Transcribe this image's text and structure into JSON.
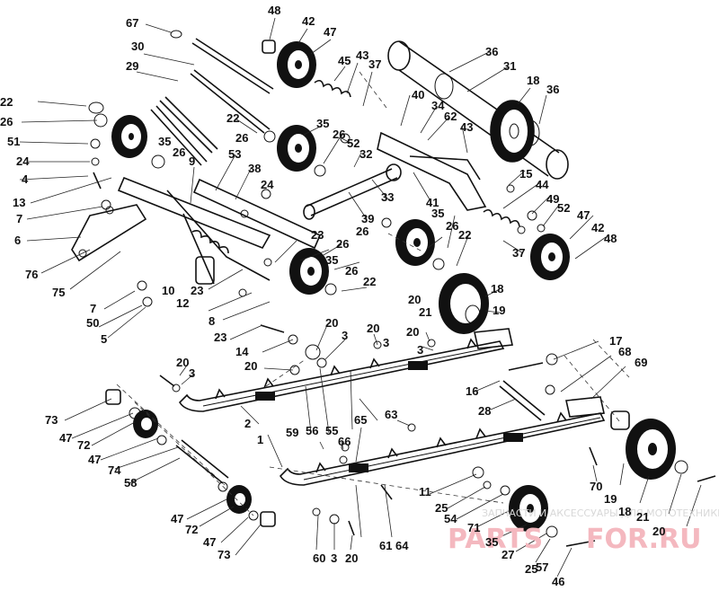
{
  "diagram": {
    "callouts": [
      "67",
      "48",
      "42",
      "47",
      "45",
      "43",
      "37",
      "36",
      "31",
      "18",
      "30",
      "29",
      "22",
      "26",
      "51",
      "35",
      "24",
      "4",
      "13",
      "7",
      "6",
      "76",
      "75",
      "50",
      "5",
      "53",
      "9",
      "38",
      "52",
      "32",
      "40",
      "34",
      "62",
      "15",
      "44",
      "49",
      "41",
      "33",
      "39",
      "23",
      "12",
      "10",
      "8",
      "14",
      "20",
      "3",
      "2",
      "56",
      "55",
      "65",
      "63",
      "17",
      "68",
      "69",
      "16",
      "28",
      "73",
      "72",
      "74",
      "58",
      "59",
      "66",
      "1",
      "60",
      "61",
      "64",
      "11",
      "25",
      "54",
      "71",
      "57",
      "46",
      "27",
      "70",
      "19",
      "21"
    ],
    "watermark": {
      "caption": "ЗАПЧАСТИ И АКСЕССУАРЫ ДЛЯ МОТОТЕХНИКИ",
      "brand_left": "PARTS",
      "brand_right": "FOR.RU",
      "colors": {
        "caption": "#d8d8d8",
        "brand": "#f4b8bf"
      }
    }
  }
}
